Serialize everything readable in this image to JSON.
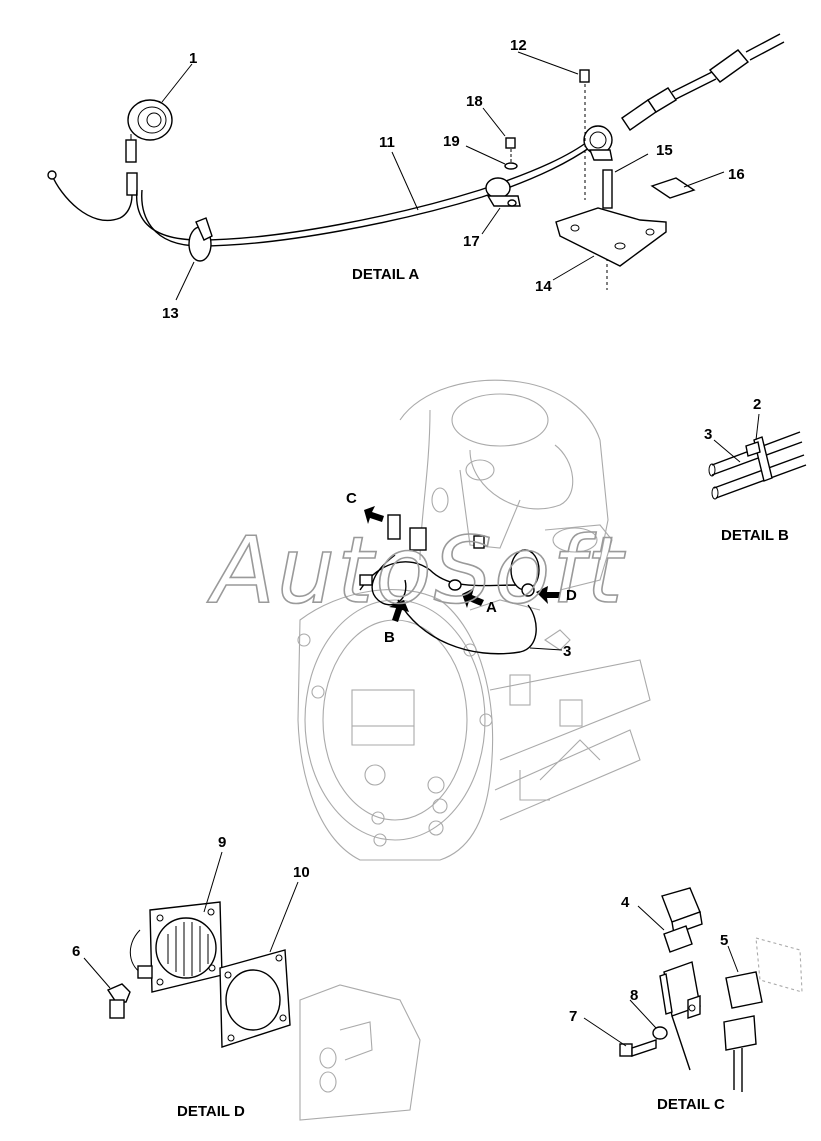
{
  "diagram": {
    "watermark": "AutoSoft",
    "captions": {
      "detail_a": "DETAIL A",
      "detail_b": "DETAIL B",
      "detail_c": "DETAIL C",
      "detail_d": "DETAIL D"
    },
    "callouts": {
      "n1": "1",
      "n2": "2",
      "n3a": "3",
      "n3b": "3",
      "n4": "4",
      "n5": "5",
      "n6": "6",
      "n7": "7",
      "n8": "8",
      "n9": "9",
      "n10": "10",
      "n11": "11",
      "n12": "12",
      "n13": "13",
      "n14": "14",
      "n15": "15",
      "n16": "16",
      "n17": "17",
      "n18": "18",
      "n19": "19"
    },
    "detail_arrows": {
      "a": "A",
      "b": "B",
      "c": "C",
      "d": "D"
    },
    "line_color": "#000000",
    "engine_line_color": "#aaaaaa",
    "watermark_color": "#9a9a9a"
  }
}
